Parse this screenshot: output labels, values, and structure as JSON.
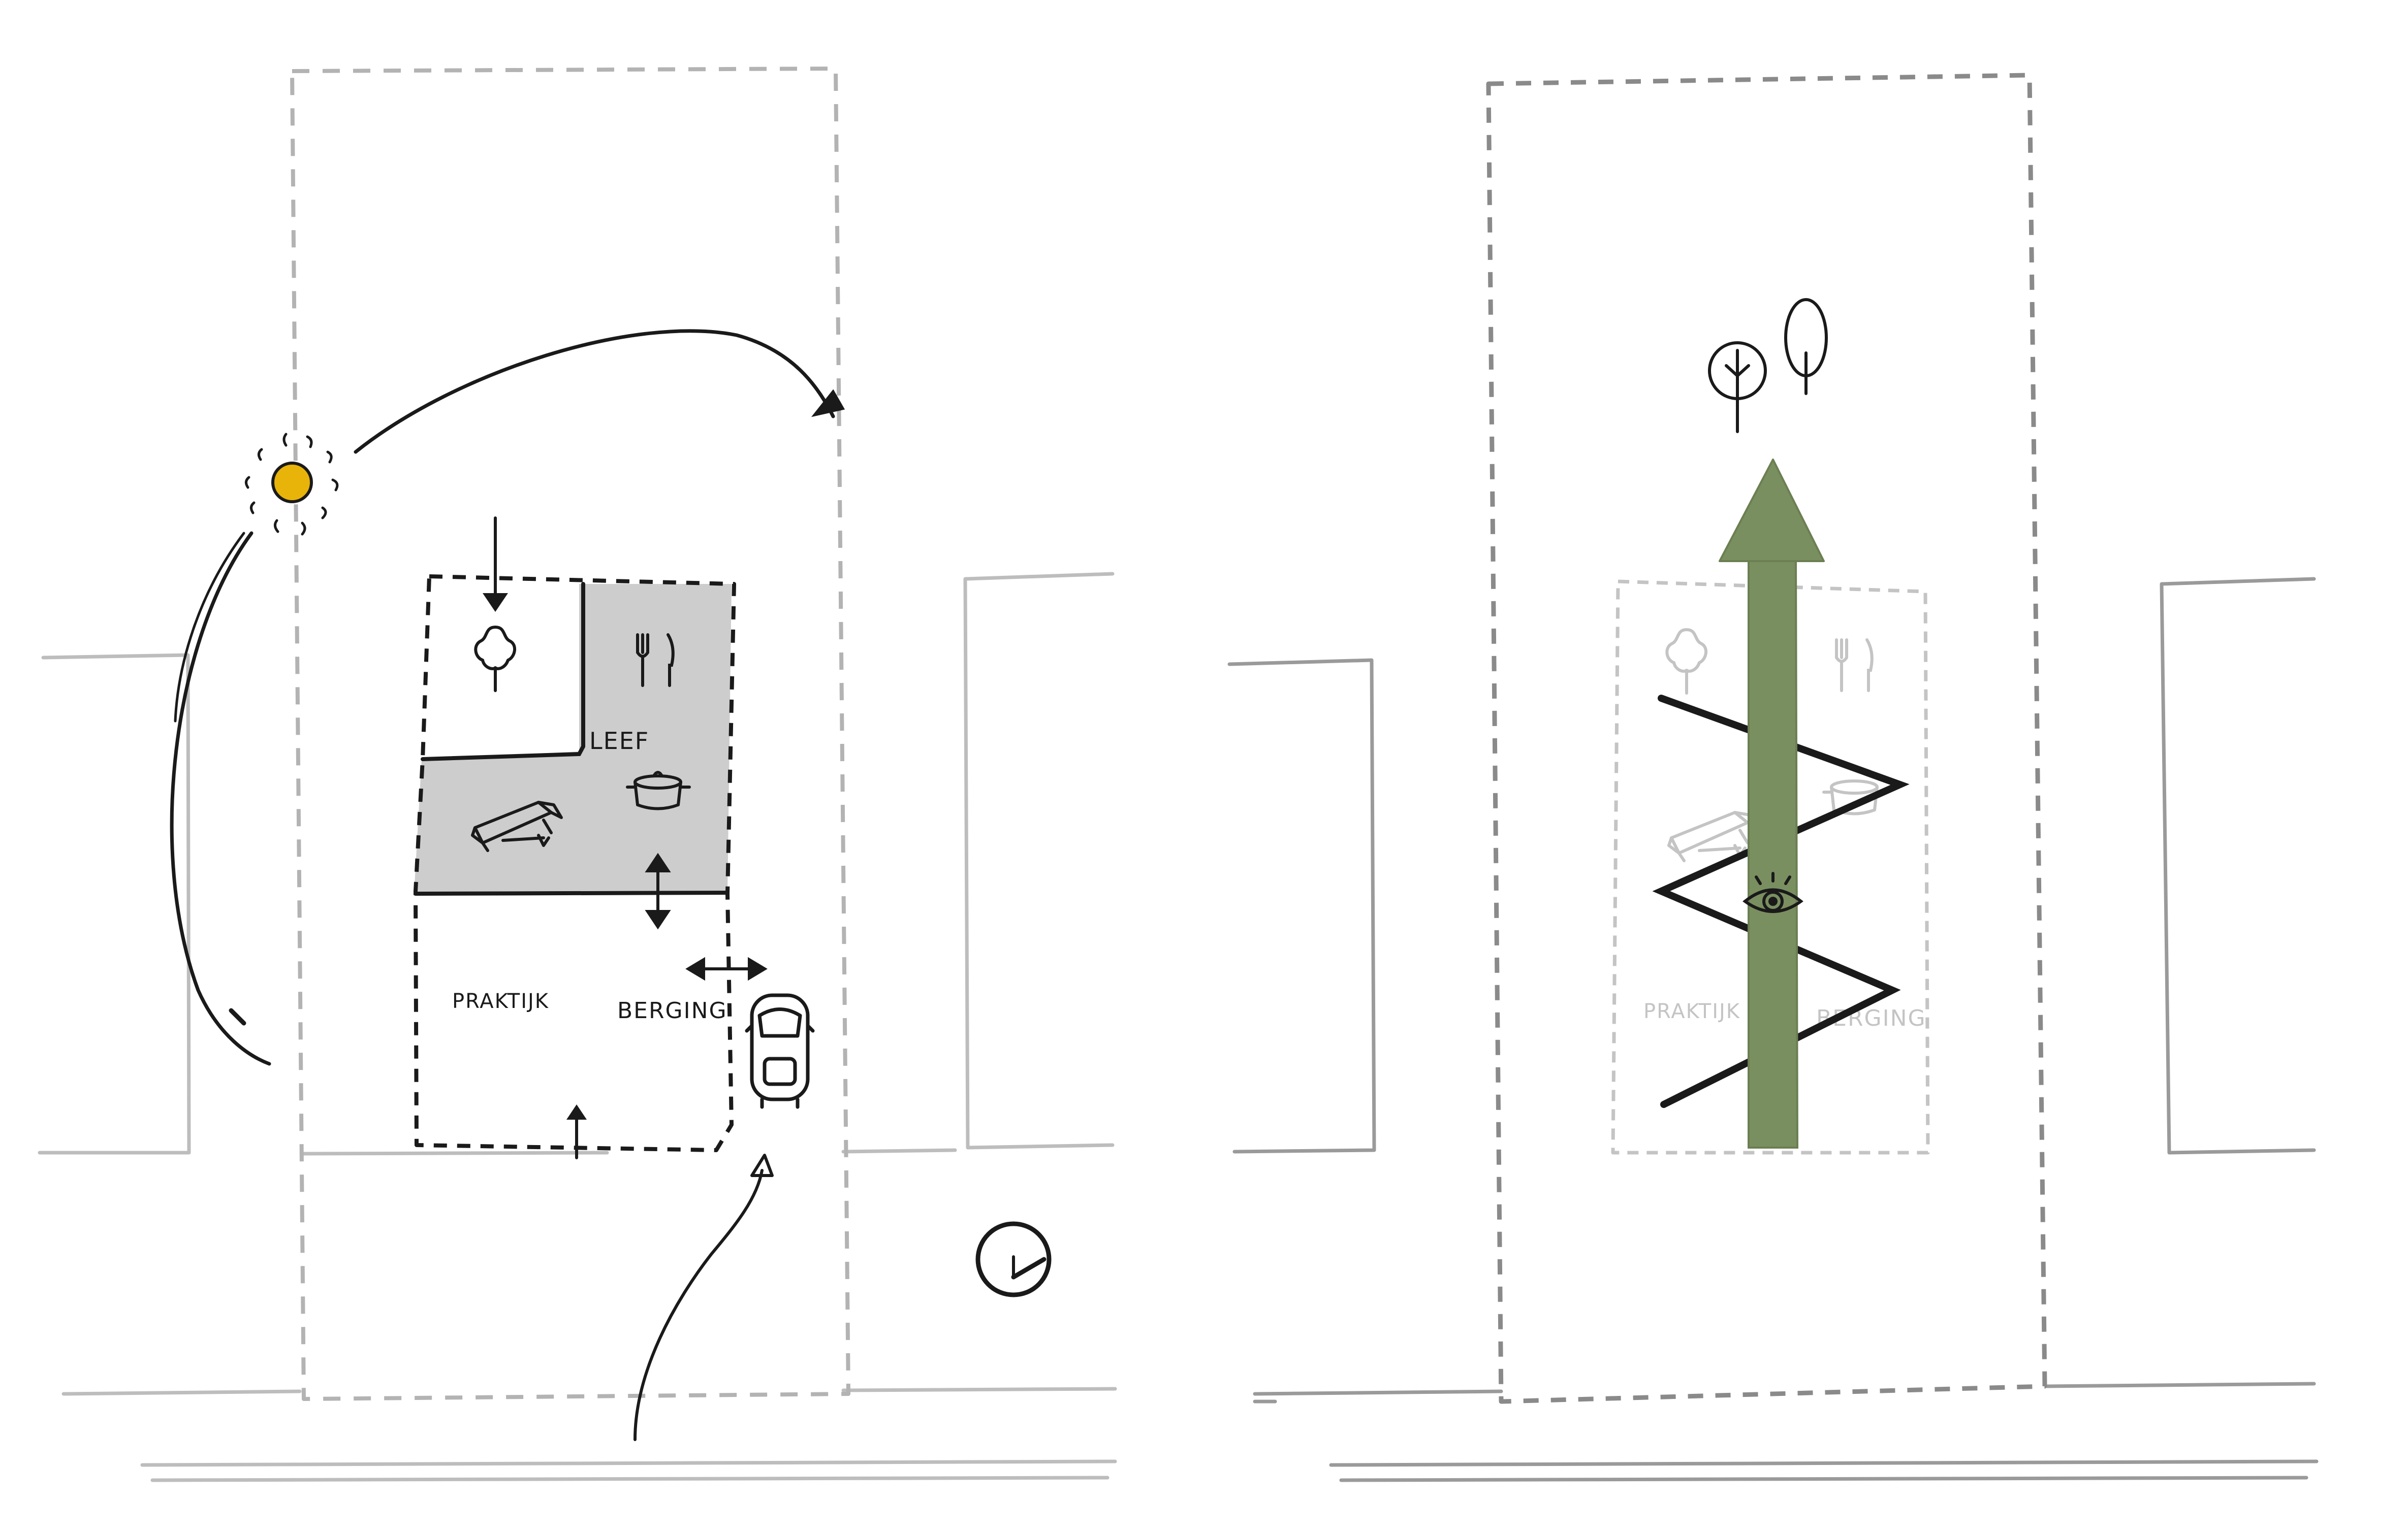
{
  "diagram": {
    "left_panel": {
      "room_labels": {
        "living": "LEEF",
        "practical": "PRAKTIJK",
        "storage": "BERGING"
      },
      "colors": {
        "living_fill": "#cdcdcd",
        "sun": "#e8b409",
        "ink": "#1a1a1a",
        "context_lines": "#b8b8b8"
      },
      "icons": [
        "sun-icon",
        "tree-icon",
        "cutlery-icon",
        "cooking-pot-icon",
        "sofa-icon",
        "car-icon",
        "north-icon"
      ]
    },
    "right_panel": {
      "room_labels": {
        "practical": "PRAKTIJK",
        "storage": "BERGING"
      },
      "colors": {
        "view_axis": "#7a8f60",
        "faded": "#c4c4c4",
        "ink": "#1a1a1a"
      },
      "icons": [
        "eye-icon",
        "tree-icon",
        "cutlery-icon",
        "cooking-pot-icon",
        "sofa-icon"
      ]
    }
  }
}
